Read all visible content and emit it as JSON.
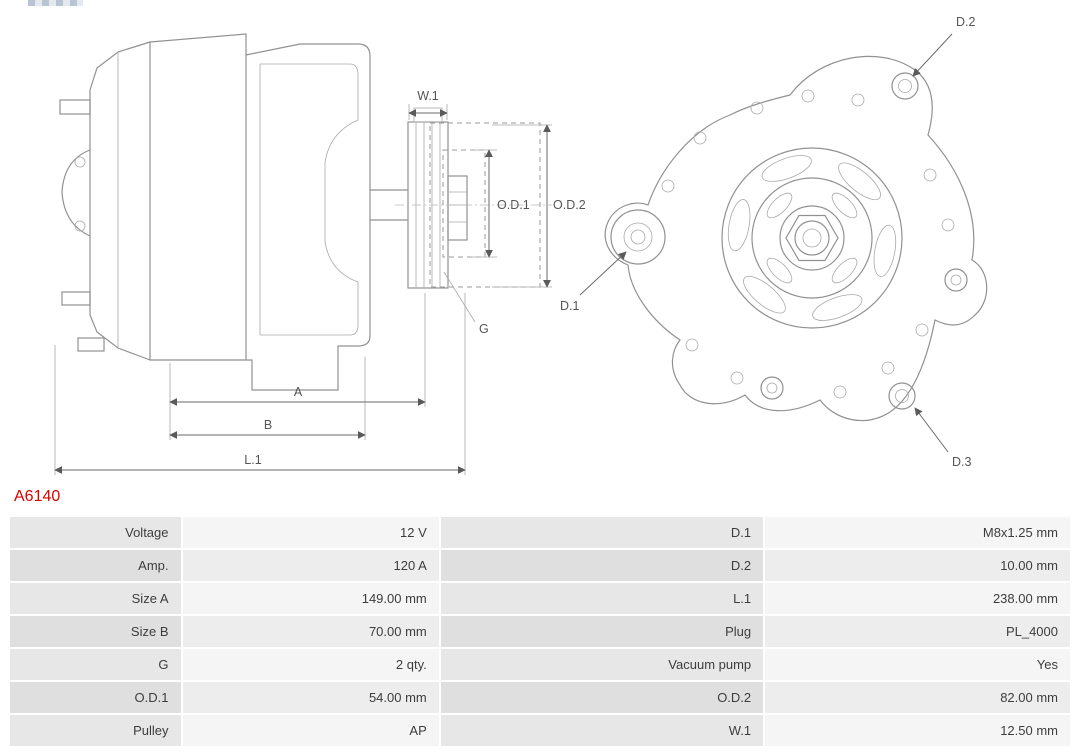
{
  "part_number": "A6140",
  "accent_color": "#dd0000",
  "diagram": {
    "labels": {
      "w1": "W.1",
      "od1": "O.D.1",
      "od2": "O.D.2",
      "d1": "D.1",
      "d2": "D.2",
      "d3": "D.3",
      "a": "A",
      "b": "B",
      "l1": "L.1",
      "g": "G"
    }
  },
  "table": {
    "rows": [
      {
        "l1": "Voltage",
        "v1": "12 V",
        "l2": "D.1",
        "v2": "M8x1.25 mm"
      },
      {
        "l1": "Amp.",
        "v1": "120 A",
        "l2": "D.2",
        "v2": "10.00 mm"
      },
      {
        "l1": "Size A",
        "v1": "149.00 mm",
        "l2": "L.1",
        "v2": "238.00 mm"
      },
      {
        "l1": "Size B",
        "v1": "70.00 mm",
        "l2": "Plug",
        "v2": "PL_4000"
      },
      {
        "l1": "G",
        "v1": "2 qty.",
        "l2": "Vacuum pump",
        "v2": "Yes"
      },
      {
        "l1": "O.D.1",
        "v1": "54.00 mm",
        "l2": "O.D.2",
        "v2": "82.00 mm"
      },
      {
        "l1": "Pulley",
        "v1": "AP",
        "l2": "W.1",
        "v2": "12.50 mm"
      }
    ]
  }
}
